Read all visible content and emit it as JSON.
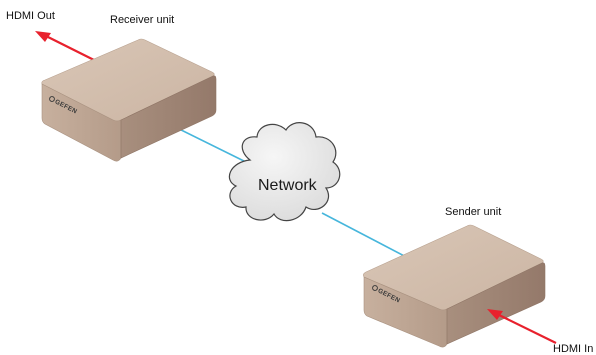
{
  "labels": {
    "hdmi_out": "HDMI Out",
    "receiver_unit": "Receiver unit",
    "network": "Network",
    "sender_unit": "Sender unit",
    "hdmi_in": "HDMI In"
  },
  "devices": {
    "receiver_logo": "GEFEN",
    "sender_logo": "GEFEN"
  },
  "colors": {
    "device_top": "#d3bfae",
    "device_front": "#c0a895",
    "device_side": "#9e8676",
    "cable": "#46b6dc",
    "arrow": "#e8212d",
    "cloud_fill": "#e9e9e9",
    "cloud_stroke": "#444444"
  }
}
